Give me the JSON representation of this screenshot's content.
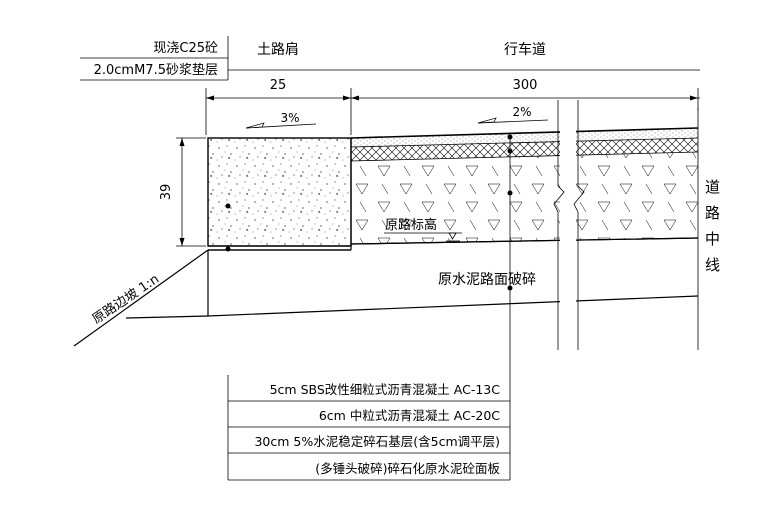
{
  "top_left_labels": {
    "material": "现浇C25砼",
    "bedding": "2.0cmM7.5砂浆垫层"
  },
  "headers": {
    "shoulder": "土路肩",
    "carriageway": "行车道"
  },
  "dimensions": {
    "shoulder_width": "25",
    "carriageway_width": "300",
    "height": "39"
  },
  "slopes": {
    "shoulder": "3%",
    "carriageway": "2%"
  },
  "annotations": {
    "original_elevation": "原路标高",
    "broken_concrete": "原水泥路面破碎",
    "side_slope": "原路边坡 1:n",
    "centerline": [
      "道",
      "路",
      "中",
      "线"
    ]
  },
  "layers": [
    "5cm SBS改性细粒式沥青混凝土 AC-13C",
    "6cm 中粒式沥青混凝土 AC-20C",
    "30cm 5%水泥稳定碎石基层(含5cm调平层)",
    "(多锤头破碎)碎石化原水泥砼面板"
  ]
}
